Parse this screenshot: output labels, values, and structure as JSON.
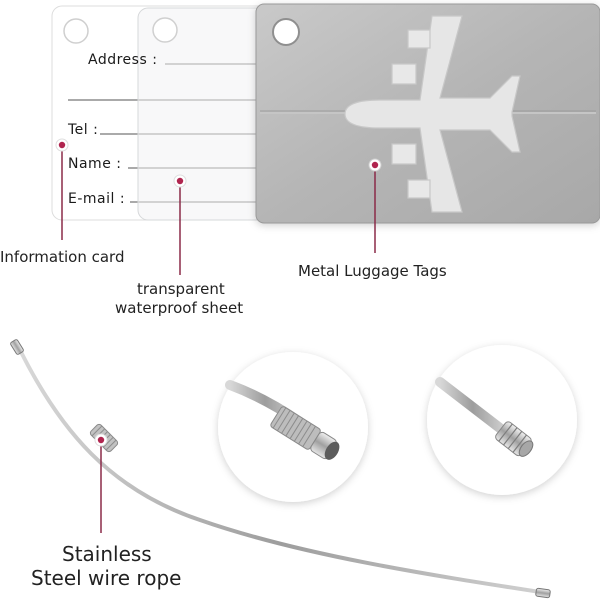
{
  "form": {
    "address": "Address :",
    "tel": "Tel :",
    "name": "Name :",
    "email": "E-mail :"
  },
  "callouts": {
    "information_card": "Information card",
    "transparent_sheet_line1": "transparent",
    "transparent_sheet_line2": "waterproof sheet",
    "metal_tags": "Metal Luggage Tags",
    "wire_line1": "Stainless",
    "wire_line2": "Steel wire rope"
  },
  "icons": {
    "airplane": "airplane-icon",
    "marker": "callout-dot-icon"
  },
  "colors": {
    "accent": "#b0254f",
    "metal": "#b9b9b9",
    "metal_dark": "#9a9a9a",
    "card": "#ffffff",
    "sheet": "#f2f3f4",
    "label_text": "#222222"
  }
}
